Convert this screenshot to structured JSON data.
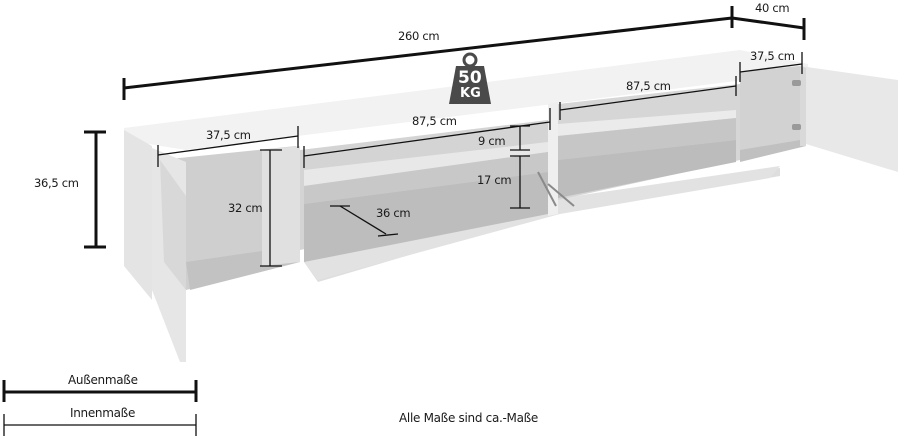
{
  "dimensions": {
    "total_width": "260 cm",
    "depth": "40 cm",
    "height": "36,5 cm",
    "left_compartment_inner_width": "37,5 cm",
    "left_compartment_inner_height": "32 cm",
    "middle_left_compartment_width": "87,5 cm",
    "middle_right_compartment_width": "87,5 cm",
    "right_compartment_inner_width": "37,5 cm",
    "shelf_upper_height": "9 cm",
    "shelf_lower_height": "17 cm",
    "inner_depth": "36 cm"
  },
  "weight_badge": {
    "value": "50",
    "unit": "KG",
    "icon": "weight-icon"
  },
  "legend": {
    "outer_label": "Außenmaße",
    "inner_label": "Innenmaße"
  },
  "footnote": "Alle Maße sind ca.-Maße",
  "colors": {
    "background": "#ffffff",
    "furniture_light": "#ececec",
    "furniture_mid": "#d6d6d6",
    "furniture_dark": "#bdbdbd",
    "dimension_line": "#111111",
    "badge": "#4a4a4a"
  }
}
